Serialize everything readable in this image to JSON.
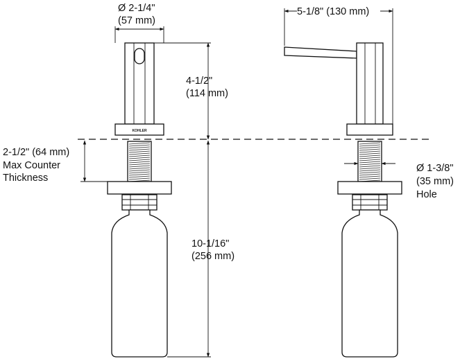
{
  "dimensions": {
    "top_diameter": {
      "line1": "Ø 2-1/4\"",
      "line2": "(57 mm)"
    },
    "spout_height": {
      "line1": "4-1/2\"",
      "line2": "(114 mm)"
    },
    "counter_thickness": {
      "line1": "2-1/2\" (64 mm)",
      "line2": "Max Counter",
      "line3": "Thickness"
    },
    "total_below": {
      "line1": "10-1/16\"",
      "line2": "(256 mm)"
    },
    "spout_reach": {
      "line1": "5-1/8\" (130 mm)"
    },
    "hole_diameter": {
      "line1": "Ø 1-3/8\"",
      "line2": "(35 mm)",
      "line3": "Hole"
    }
  },
  "views": [
    "front-view",
    "side-view"
  ],
  "brand_mark": "KOHLER",
  "colors": {
    "line": "#111111",
    "background": "#ffffff"
  }
}
